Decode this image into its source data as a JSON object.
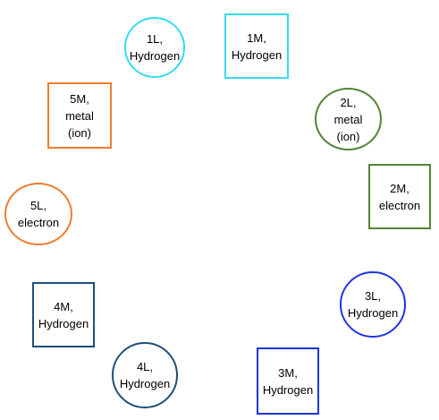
{
  "nodes": [
    {
      "id": "1L",
      "shape": "circle",
      "label": "1L,\nHydrogen",
      "color": "#33DDEE"
    },
    {
      "id": "1M",
      "shape": "square",
      "label": "1M,\nHydrogen",
      "color": "#33DDEE"
    },
    {
      "id": "2L",
      "shape": "circle",
      "label": "2L,\nmetal\n(ion)",
      "color": "#548235"
    },
    {
      "id": "2M",
      "shape": "square",
      "label": "2M,\nelectron",
      "color": "#548235"
    },
    {
      "id": "3L",
      "shape": "circle",
      "label": "3L,\nHydrogen",
      "color": "#1F35E0"
    },
    {
      "id": "3M",
      "shape": "square",
      "label": "3M,\nHydrogen",
      "color": "#1F35E0"
    },
    {
      "id": "4L",
      "shape": "circle",
      "label": "4L,\nHydrogen",
      "color": "#1F4E79"
    },
    {
      "id": "4M",
      "shape": "square",
      "label": "4M,\nHydrogen",
      "color": "#1F4E79"
    },
    {
      "id": "5L",
      "shape": "circle",
      "label": "5L,\nelectron",
      "color": "#ED7D31"
    },
    {
      "id": "5M",
      "shape": "square",
      "label": "5M,\nmetal\n(ion)",
      "color": "#ED7D31"
    }
  ]
}
